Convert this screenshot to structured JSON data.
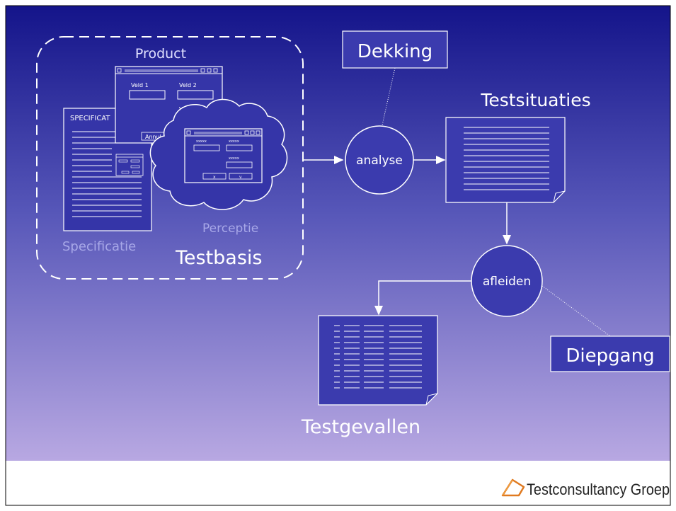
{
  "diagram": {
    "testbasis_title": "Testbasis",
    "product_label": "Product",
    "specificatie_label": "Specificatie",
    "perceptie_label": "Perceptie",
    "spec_doc_header": "SPECIFICAT",
    "form_field_1": "Veld 1",
    "form_field_2": "Veld 2",
    "form_field_3": "Veld 3",
    "form_cancel_button": "Annul",
    "perceptie_field_1": "xxxxx",
    "perceptie_field_2": "xxxxx",
    "perceptie_field_3": "xxxxx",
    "perceptie_btn_1": "x",
    "perceptie_btn_2": "v",
    "analyse_label": "analyse",
    "dekking_label": "Dekking",
    "testsituaties_label": "Testsituaties",
    "afleiden_label": "afleiden",
    "diepgang_label": "Diepgang",
    "testgevallen_label": "Testgevallen"
  },
  "footer": {
    "company": "Testconsultancy Groep",
    "logo_icon": "triangle-logo-icon",
    "logo_color": "#e07a20"
  },
  "colors": {
    "gradient_top": "#1a1a8c",
    "gradient_bottom": "#b4a6e0",
    "node_fill": "#3b3bae"
  }
}
